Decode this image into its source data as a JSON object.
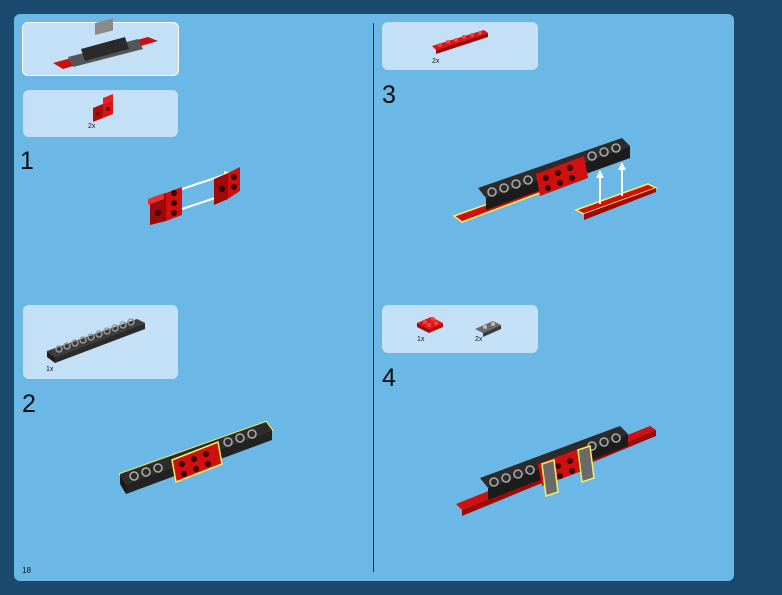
{
  "page_number": "18",
  "steps": [
    {
      "number": "1",
      "parts": [
        {
          "qty": "2x",
          "part": "red-angle-bracket"
        }
      ]
    },
    {
      "number": "2",
      "parts": [
        {
          "qty": "1x",
          "part": "black-technic-beam"
        }
      ]
    },
    {
      "number": "3",
      "parts": [
        {
          "qty": "2x",
          "part": "red-plate-1x8"
        }
      ]
    },
    {
      "number": "4",
      "parts": [
        {
          "qty": "1x",
          "part": "red-plate-2x2"
        },
        {
          "qty": "2x",
          "part": "grey-hinge-plate"
        }
      ]
    }
  ],
  "colors": {
    "page_bg": "#6bb8e6",
    "outer_bg": "#1b4a6e",
    "callout_bg": "#c4e0f6",
    "brick_red": "#d01010",
    "brick_black": "#2b2b2b"
  }
}
